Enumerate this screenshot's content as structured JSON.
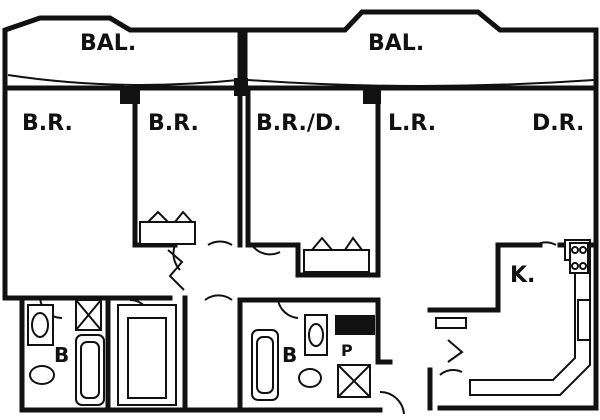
{
  "rooms": {
    "balcony_left": "BAL.",
    "balcony_right": "BAL.",
    "bedroom_1": "B.R.",
    "bedroom_2": "B.R.",
    "bedroom_den": "B.R./D.",
    "living_room": "L.R.",
    "dining_room": "D.R.",
    "kitchen": "K.",
    "bath_left": "B",
    "bath_right": "B",
    "pantry": "P"
  }
}
